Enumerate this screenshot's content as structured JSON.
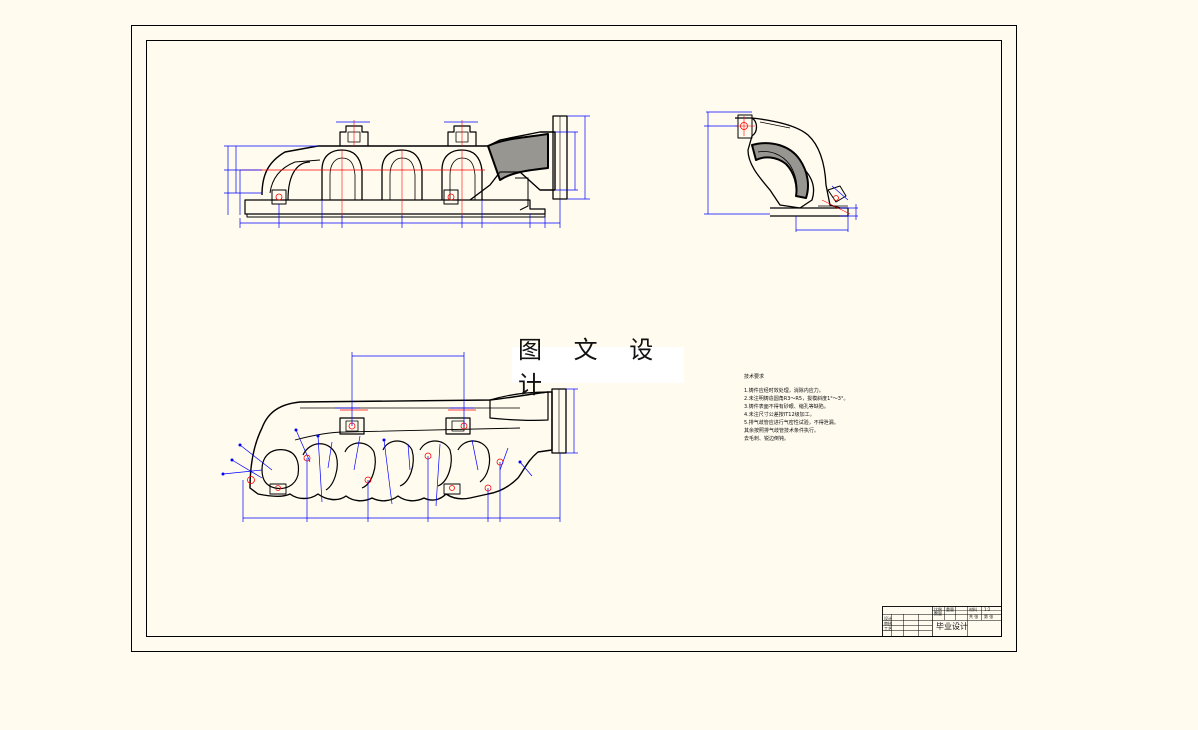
{
  "watermark": {
    "text": "图 文 设 计"
  },
  "technical_requirements": {
    "title": "技术要求",
    "items": [
      "1.铸件应经时效处理，消除内应力。",
      "2.未注明铸造圆角R3～R5，拔模斜度1°～3°。",
      "3.铸件表面不得有砂眼、缩孔等缺陷。",
      "4.未注尺寸公差按IT12级加工。",
      "5.排气歧管应进行气密性试验，不得泄漏。",
      "   其余按照排气歧管技术条件执行。",
      "   去毛刺、锐边倒钝。"
    ]
  },
  "title_block": {
    "drawing_title": "毕业设计",
    "fields": [
      "设计",
      "审核",
      "工艺",
      "比例",
      "数量",
      "重量",
      "材料",
      "1:2",
      "共 张",
      "第 张"
    ]
  },
  "colors": {
    "outline": "#000000",
    "dimension": "#0000ff",
    "center_line": "#ff0000",
    "paper": "#fffbef"
  }
}
